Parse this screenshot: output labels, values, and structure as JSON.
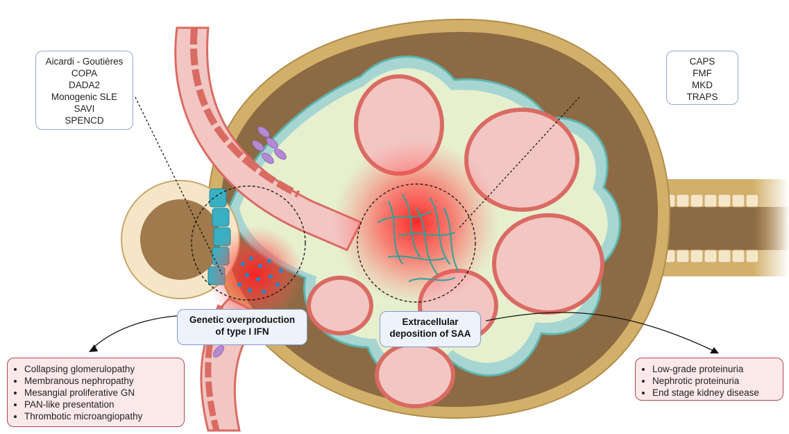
{
  "boxes": {
    "ifn_diseases": [
      "Aicardi - Goutières",
      "COPA",
      "DADA2",
      "Monogenic SLE",
      "SAVI",
      "SPENCD"
    ],
    "saa_diseases": [
      "CAPS",
      "FMF",
      "MKD",
      "TRAPS"
    ],
    "ifn_mechanism": [
      "Genetic overproduction",
      "of type I IFN"
    ],
    "saa_mechanism": [
      "Extracellular",
      "deposition of SAA"
    ],
    "ifn_outcomes": [
      "Collapsing glomerulopathy",
      "Membranous nephropathy",
      "Mesangial proliferative GN",
      "PAN-like presentation",
      "Thrombotic microangiopathy"
    ],
    "saa_outcomes": [
      "Low-grade proteinuria",
      "Nephrotic proteinuria",
      "End stage kidney disease"
    ]
  },
  "colors": {
    "capsule": "#d2b06a",
    "bowman_space": "#8c6a43",
    "capillary_fill": "#f2c6c2",
    "endothelial_cell": "#d96b63",
    "podocyte_layer": "#a7d6d2",
    "mesangium": "#e6f0cf",
    "inflammation": "#ff2a2a",
    "macula_densa": "#39b0c2",
    "juxtaglomerular_cells": "#b28bd3",
    "ifn_particles": "#1e88d0",
    "saa_fibrils": "#2aa39a",
    "box_border_blue": "#8fa9d6",
    "box_border_red": "#b14552",
    "box_fill_red": "#fbe9ea",
    "box_fill_blue": "#eef2fb"
  },
  "icons": [
    "glomerulus-illustration",
    "afferent-arteriole",
    "efferent-arteriole",
    "distal-tubule-cross-section",
    "proximal-tubule",
    "ifn-particles",
    "saa-fibrils",
    "zoom-circle"
  ]
}
